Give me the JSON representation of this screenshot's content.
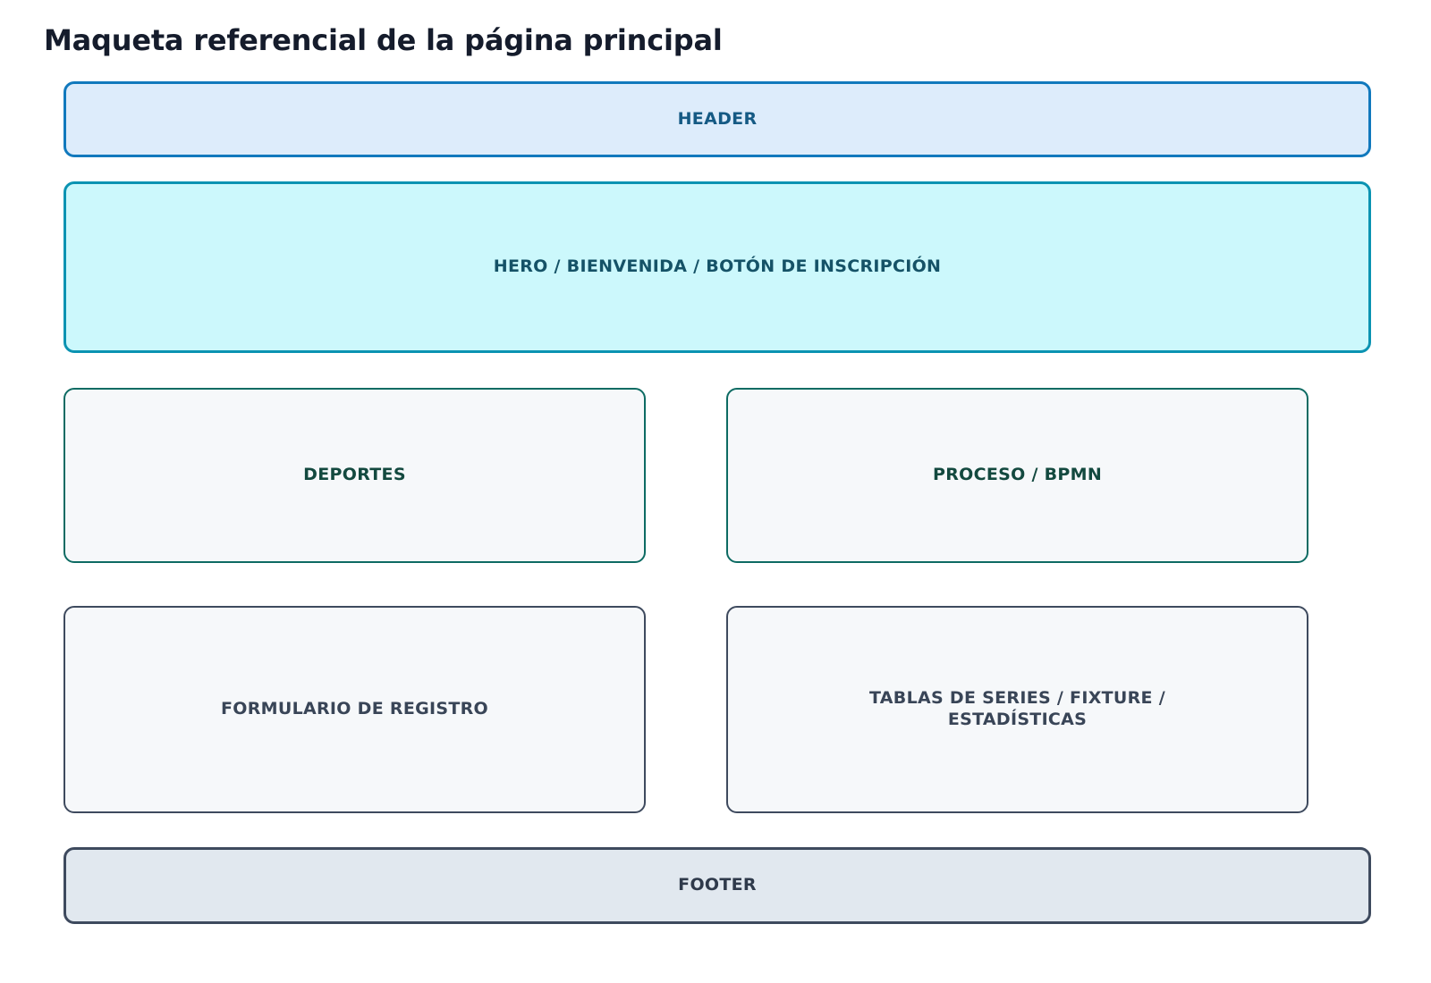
{
  "page": {
    "title": "Maqueta referencial de la página principal",
    "background_color": "#ffffff",
    "title_color": "#151c2c"
  },
  "blocks": {
    "header": {
      "label": "HEADER",
      "fill_color": "#ddecfb",
      "border_color": "#1179bd",
      "text_color": "#155a84"
    },
    "hero": {
      "label": "HERO / BIENVENIDA / BOTÓN DE INSCRIPCIÓN",
      "fill_color": "#ccf8fc",
      "border_color": "#0b93b2",
      "text_color": "#155267"
    },
    "deportes": {
      "label": "DEPORTES",
      "fill_color": "#f6f8fa",
      "border_color": "#0d6b63",
      "text_color": "#13493f"
    },
    "proceso": {
      "label": "PROCESO / BPMN",
      "fill_color": "#f6f8fa",
      "border_color": "#0d6b63",
      "text_color": "#13493f"
    },
    "formulario": {
      "label": "FORMULARIO DE REGISTRO",
      "fill_color": "#f6f8fa",
      "border_color": "#3e4a5e",
      "text_color": "#394557"
    },
    "tablas": {
      "label_line1": "TABLAS DE SERIES / FIXTURE /",
      "label_line2": "ESTADÍSTICAS",
      "fill_color": "#f6f8fa",
      "border_color": "#3e4a5e",
      "text_color": "#394557"
    },
    "footer": {
      "label": "FOOTER",
      "fill_color": "#e1e8ef",
      "border_color": "#3e4a5e",
      "text_color": "#2f3a4b"
    }
  }
}
